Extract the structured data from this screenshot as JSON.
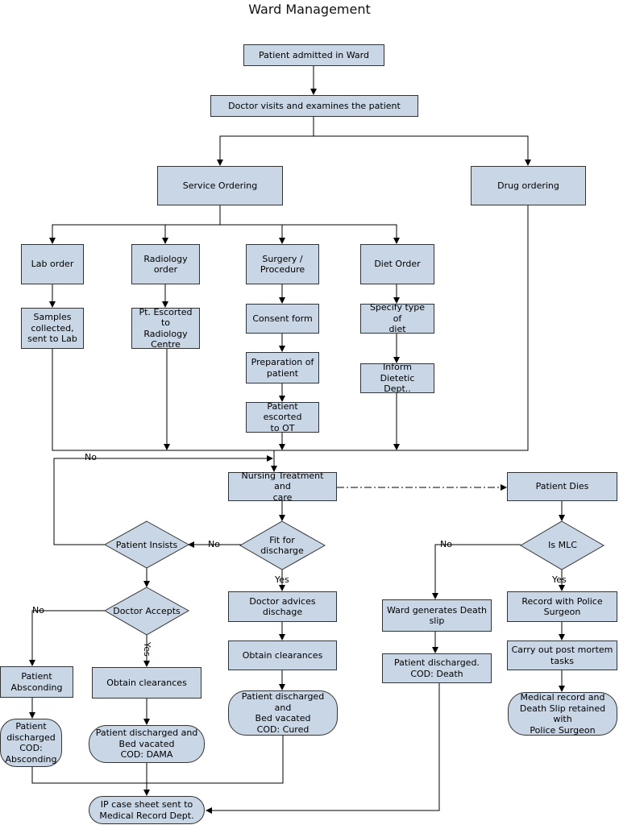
{
  "title": "Ward Management",
  "nodes": {
    "admitted": "Patient admitted in Ward",
    "doctor_visits": "Doctor visits and examines the patient",
    "service_ordering": "Service Ordering",
    "drug_ordering": "Drug ordering",
    "lab_order": "Lab order",
    "radiology_order": "Radiology\norder",
    "surgery": "Surgery /\nProcedure",
    "diet_order": "Diet Order",
    "samples": "Samples\ncollected,\nsent to Lab",
    "escorted_radiology": "Pt. Escorted to\nRadiology\nCentre",
    "consent": "Consent form",
    "prep": "Preparation of\npatient",
    "escorted_ot": "Patient escorted\nto OT",
    "specify_diet": "Specify type of\ndiet",
    "inform_dietetic": "Inform Dietetic\nDept..",
    "nursing": "Nursing Treatment and\ncare",
    "patient_dies": "Patient Dies",
    "fit_discharge": "Fit for\ndischarge",
    "patient_insists": "Patient Insists",
    "is_mlc": "Is MLC",
    "doctor_accepts": "Doctor Accepts",
    "doctor_advices": "Doctor advices dischage",
    "ward_death_slip": "Ward generates Death\nslip",
    "record_police": "Record with Police\nSurgeon",
    "obtain_clear_1": "Obtain clearances",
    "obtain_clear_2": "Obtain clearances",
    "discharged_death": "Patient discharged.\nCOD: Death",
    "postmortem": "Carry out post mortem\ntasks",
    "absconding": "Patient\nAbsconding",
    "discharged_absconding": "Patient\ndischarged\nCOD:\nAbsconding",
    "discharged_dama": "Patient discharged and\nBed vacated\nCOD: DAMA",
    "discharged_cured": "Patient discharged and\nBed vacated\nCOD: Cured",
    "medical_record": "Medical record and\nDeath Slip retained with\nPolice Surgeon",
    "ip_case": "IP case sheet sent to\nMedical Record Dept."
  },
  "labels": {
    "no_top": "No",
    "no_insists": "No",
    "yes_fit": "Yes",
    "no_accepts": "No",
    "yes_accepts": "Yes",
    "no_mlc": "No",
    "yes_mlc": "Yes"
  },
  "colors": {
    "fill": "#c9d6e6",
    "stroke": "#333333"
  }
}
